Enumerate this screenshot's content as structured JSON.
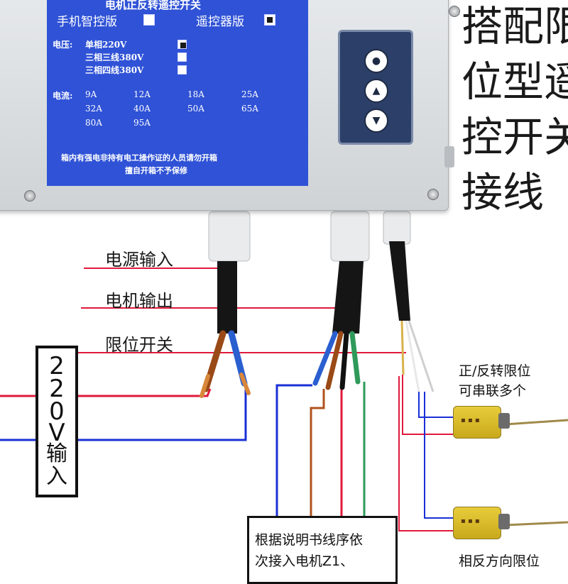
{
  "label": {
    "title": "电机正反转遥控开关",
    "version_phone": "手机智控版",
    "version_remote": "遥控器版",
    "voltage_label": "电压:",
    "voltage_options": [
      "单相220V",
      "三相三线380V",
      "三相四线380V"
    ],
    "current_label": "电流:",
    "current_options": [
      "9A",
      "12A",
      "18A",
      "25A",
      "32A",
      "40A",
      "50A",
      "65A",
      "80A",
      "95A"
    ],
    "warning_line1": "箱内有强电非持有电工操作证的人员请勿开箱",
    "warning_line2": "擅自开箱不予保修"
  },
  "remote": {
    "buttons": [
      "stop",
      "up",
      "down"
    ]
  },
  "headline": [
    "搭配限",
    "位型遥",
    "控开关",
    "接线"
  ],
  "wires": {
    "power_input": "电源输入",
    "motor_output": "电机输出",
    "limit_switch": "限位开关"
  },
  "voltage_box": {
    "chars": [
      "2",
      "2",
      "0",
      "V",
      "输",
      "入"
    ]
  },
  "limit_notes": {
    "top_line1": "正/反转限位",
    "top_line2": "可串联多个",
    "bottom": "相反方向限位"
  },
  "note_box": {
    "line1": "根据说明书线序依",
    "line2": "次接入电机Z1、"
  },
  "colors": {
    "red": "#e01a3c",
    "blue": "#1a2fd6",
    "green": "#2f9a5a",
    "brown": "#b0521e",
    "label_blue": "#2f52d6"
  }
}
